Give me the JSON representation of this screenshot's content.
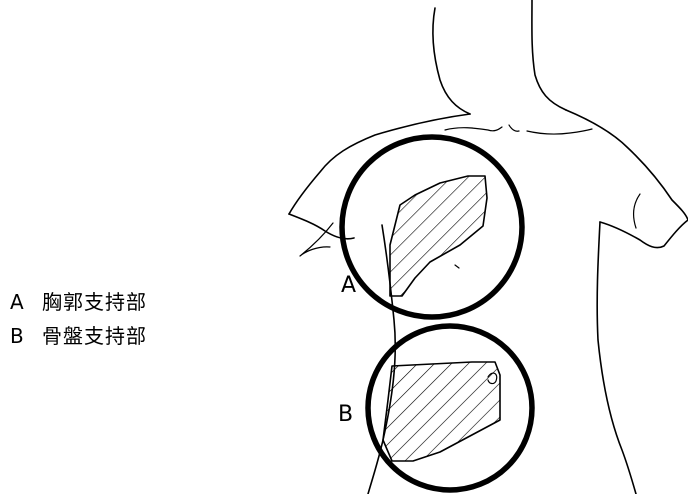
{
  "legend": {
    "items": [
      {
        "letter": "A",
        "text": "胸郭支持部"
      },
      {
        "letter": "B",
        "text": "骨盤支持部"
      }
    ]
  },
  "figure": {
    "labels": {
      "a": "A",
      "b": "B"
    }
  }
}
